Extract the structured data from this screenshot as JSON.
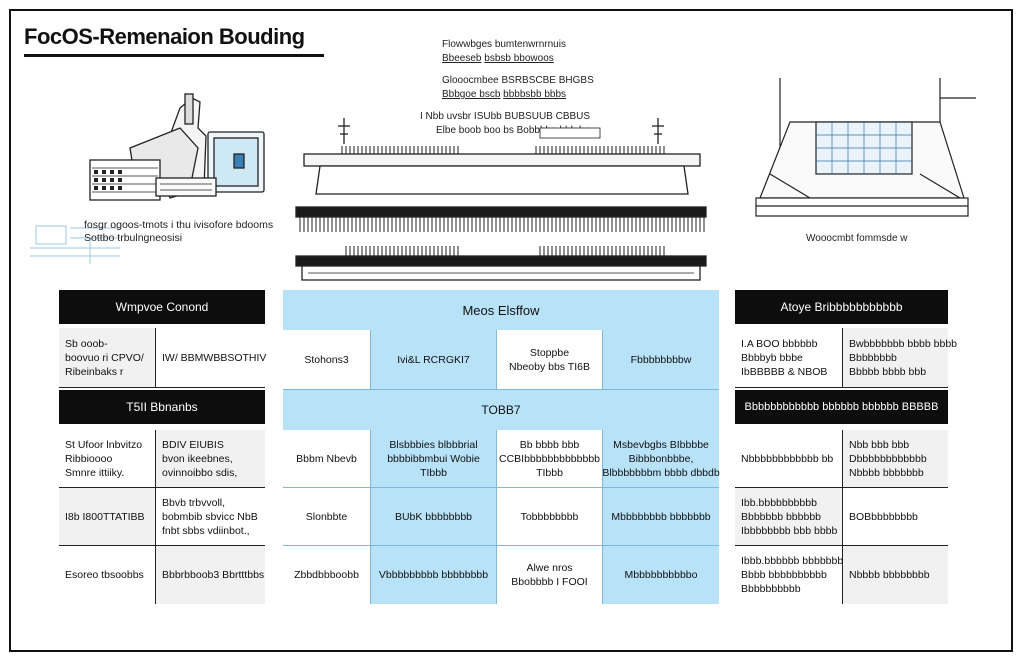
{
  "title": "FocOS-Remenaion Bouding",
  "top_captions": {
    "line1": [
      "Flowwbges",
      "bumtenwrnrnuis"
    ],
    "line2": [
      "Bbeeseb",
      "bsbsb bbowoos"
    ],
    "line3": [
      "Glooocmbee",
      "BSRBSCBE BHGBS"
    ],
    "line4": [
      "Bbbgoe bscb",
      "bbbbsbb bbbs"
    ],
    "line5": [
      "I Nbb uvsbr",
      "ISUbb",
      "BUBSUUB CBBUS"
    ],
    "line6": [
      "Elbe boob",
      "boo bs",
      "Bobbbbo bbb",
      "bs"
    ]
  },
  "left_caption": [
    "fosgr ogoos-tmots i thu ivisofore bdooms",
    "Sottbo trbulngneosisi"
  ],
  "right_caption": "Wooocmbt fommsde w",
  "left_table": {
    "header1": "Wmpvoe Conond",
    "row1": [
      [
        "Sb ooob-",
        "boovuo ri CPVO/",
        "Ribeinbaks r"
      ],
      [
        "IW/ BBMWBBSOTHIV"
      ]
    ],
    "header2": "T5II Bbnanbs",
    "row2": [
      [
        "St Ufoor lnbvitzo",
        "Ribbioooo",
        "Smnre ittiiky."
      ],
      [
        "BDIV EIUBIS",
        "bvon ikeebnes,",
        "ovinnoibbo sdis,"
      ]
    ],
    "row3": [
      [
        "I8b I800TTATIBB"
      ],
      [
        "Bbvb trbvvoll,",
        "bobmbib sbvicc NbB",
        "fnbt sbbs vdiinbot.,"
      ]
    ],
    "row4": [
      [
        "Esoreo tbsoobbs"
      ],
      [
        "Bbbrbboob3 Bbrtttbbs"
      ]
    ]
  },
  "center_table": {
    "header1": "Meos Elsffow",
    "row1": [
      [
        "Stohons3"
      ],
      [
        "Ivi&L RCRGKI7"
      ],
      [
        "Stoppbe",
        "Nbeoby bbs TI6B"
      ],
      [
        "Fbbbbbbbbw"
      ]
    ],
    "header2": "TOBB7",
    "row2": [
      [
        "Bbbm Nbevb"
      ],
      [
        "Blsbbbies blbbbrial",
        "bbbbibbmbui Wobie",
        "TIbbb"
      ],
      [
        "Bb bbbb bbb",
        "CCBIbbbbbbbbbbbbb",
        "TIbbb"
      ],
      [
        "Msbevbgbs BIbbbbe",
        "Bibbbonbbbe,",
        "Blbbbbbbbm bbbb dbbdb"
      ]
    ],
    "row3": [
      [
        "Slonbbte"
      ],
      [
        "BUbK bbbbbbbb"
      ],
      [
        "Tobbbbbbbb"
      ],
      [
        "Mbbbbbbbb bbbbbbb"
      ]
    ],
    "row4": [
      [
        "Zbbdbbboobb"
      ],
      [
        "Vbbbbbbbbb bbbbbbbb"
      ],
      [
        "Alwe nros",
        "Bbobbbb I FOOI"
      ],
      [
        "Mbbbbbbbbbbo"
      ]
    ]
  },
  "right_table": {
    "header1": "Atoye Bribbbbbbbbbbb",
    "row1": [
      [
        "I.A BOO bbbbbb",
        "Bbbbyb bbbe",
        "IbBBBBB & NBOB"
      ],
      [
        "Bwbbbbbbb bbbb bbbb",
        "Bbbbbbbb",
        "Bbbbb bbbb bbb"
      ]
    ],
    "header2": "Bbbbbbbbbbbb bbbbbb bbbbbb BBBBB",
    "row2": [
      [
        "Nbbbbbbbbbbbb bb"
      ],
      [
        "Nbb bbb bbb",
        "Dbbbbbbbbbbbb",
        "Nbbbb bbbbbbb"
      ]
    ],
    "row3": [
      [
        "Ibb.bbbbbbbbbb",
        "Bbbbbbb bbbbbb",
        "Ibbbbbbbb bbb bbbb"
      ],
      [
        "BOBbbbbbbbb"
      ]
    ],
    "row4": [
      [
        "Ibbb.bbbbbb bbbbbbbbb",
        "Bbbb bbbbbbbbbb",
        "Bbbbbbbbbb"
      ],
      [
        "Nbbbb bbbbbbbb"
      ]
    ]
  },
  "colors": {
    "header_black": "#0d0d0d",
    "light_blue": "#b8e2f8",
    "gray_cell": "#f1f1f1"
  }
}
